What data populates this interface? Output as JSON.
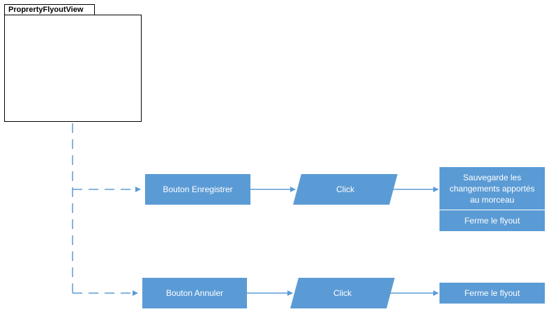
{
  "view": {
    "title": "ProprertyFlyoutView"
  },
  "row_save": {
    "button_label": "Bouton Enregistrer",
    "event_label": "Click",
    "action_lines": "Sauvegarde les changements apportés au morceau",
    "action_close": "Ferme le flyout"
  },
  "row_cancel": {
    "button_label": "Bouton Annuler",
    "event_label": "Click",
    "action_close": "Ferme le flyout"
  },
  "colors": {
    "node_fill": "#5b9bd5",
    "connector": "#5b9bd5",
    "node_text": "#ffffff",
    "view_border": "#000000"
  }
}
